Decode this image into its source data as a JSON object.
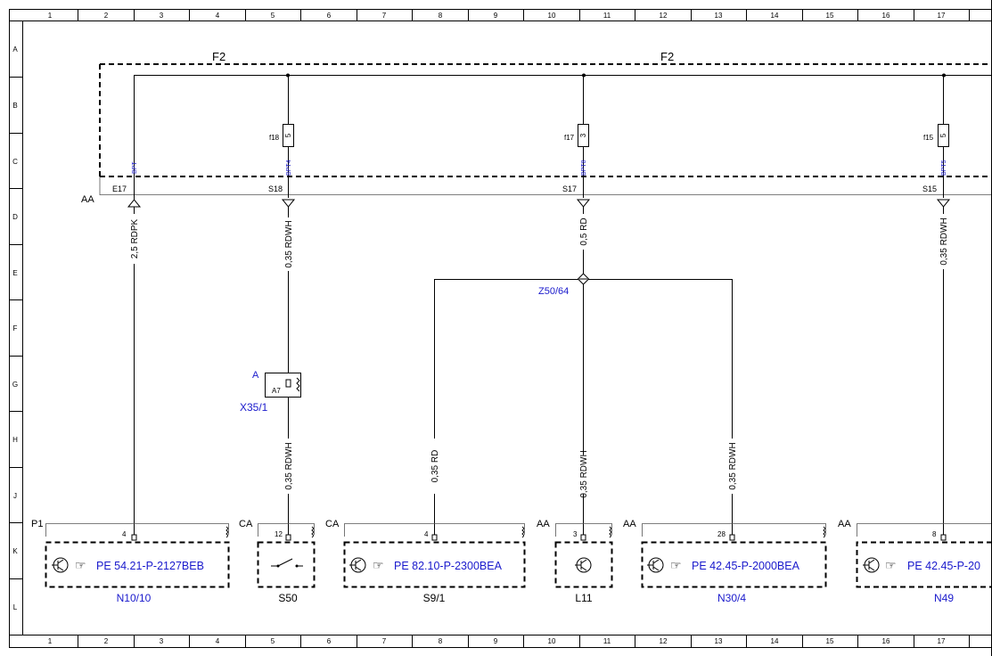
{
  "grid": {
    "columns": [
      "1",
      "2",
      "3",
      "4",
      "5",
      "6",
      "7",
      "8",
      "9",
      "10",
      "11",
      "12",
      "13",
      "14",
      "15",
      "16",
      "17"
    ],
    "rows": [
      "A",
      "B",
      "C",
      "D",
      "E",
      "F",
      "G",
      "H",
      "J",
      "K",
      "L"
    ]
  },
  "fuse_box": {
    "labels": [
      "F2",
      "F2"
    ],
    "ground_label": "AA"
  },
  "fuses": [
    {
      "id": "f18",
      "value": "5",
      "pin": "BPT4",
      "socket": "S18"
    },
    {
      "id": "f17",
      "value": "3",
      "pin": "BPT8",
      "socket": "S17"
    },
    {
      "id": "f15",
      "value": "5",
      "pin": "BPT5",
      "socket": "S15"
    }
  ],
  "e17": {
    "pin": "BPT",
    "socket": "E17"
  },
  "wires": {
    "w1": "2,5 RDPK",
    "w2": "0,35 RDWH",
    "w3": "0,5 RD",
    "w4": "0,35 RDWH",
    "w5": "0,35 RDWH",
    "w6": "0,35 RD",
    "w7": "0,35 RDWH",
    "w8": "0,35 RDWH"
  },
  "splice": "Z50/64",
  "connector": {
    "label": "A",
    "pin": "A7",
    "name": "X35/1"
  },
  "components": [
    {
      "prefix": "P1",
      "pin": "4",
      "ref": "PE 54.21-P-2127BEB",
      "name": "N10/10"
    },
    {
      "prefix": "CA",
      "pin": "12",
      "ref": "",
      "name": "S50"
    },
    {
      "prefix": "CA",
      "pin": "4",
      "ref": "PE 82.10-P-2300BEA",
      "name": "S9/1"
    },
    {
      "prefix": "AA",
      "pin": "3",
      "ref": "",
      "name": "L11"
    },
    {
      "prefix": "AA",
      "pin": "28",
      "ref": "PE 42.45-P-2000BEA",
      "name": "N30/4"
    },
    {
      "prefix": "AA",
      "pin": "8",
      "ref": "PE 42.45-P-20",
      "name": "N49"
    }
  ],
  "colors": {
    "reference_text": "#1a1acc",
    "line": "#000000"
  }
}
